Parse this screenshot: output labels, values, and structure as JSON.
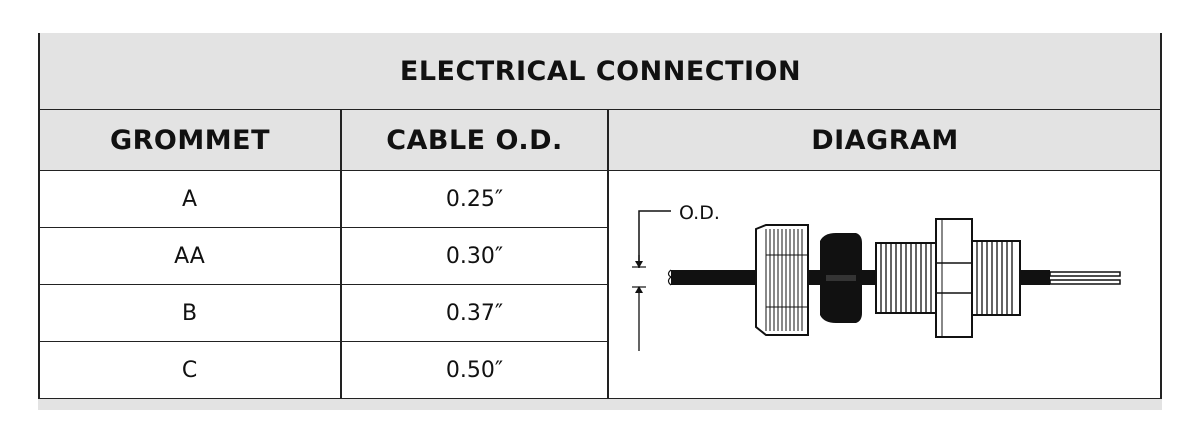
{
  "table": {
    "title": "ELECTRICAL CONNECTION",
    "headers": {
      "grommet": "GROMMET",
      "cable_od": "CABLE O.D.",
      "diagram": "DIAGRAM"
    },
    "rows": [
      {
        "grommet": "A",
        "cable_od": "0.25″"
      },
      {
        "grommet": "AA",
        "cable_od": "0.30″"
      },
      {
        "grommet": "B",
        "cable_od": "0.37″"
      },
      {
        "grommet": "C",
        "cable_od": "0.50″"
      }
    ],
    "diagram_label": "O.D."
  }
}
